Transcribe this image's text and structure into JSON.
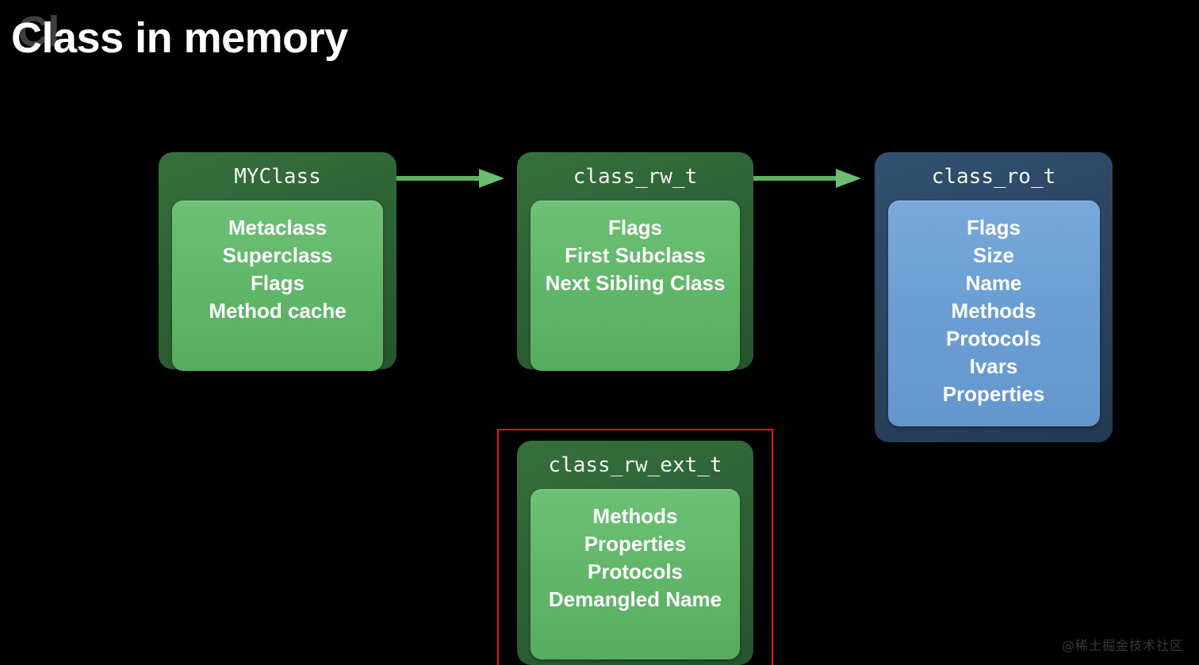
{
  "slide": {
    "title": "Class in memory",
    "ghost_title": "Cl",
    "background_color": "#000000"
  },
  "colors": {
    "green_outer": "#2d6034",
    "green_inner": "#62b86a",
    "blue_outer": "#2a4360",
    "blue_inner": "#6b9fd4",
    "arrow": "#5bb160",
    "annotation": "#ee1111",
    "title_text": "#ffffff",
    "field_text": "#ffffff"
  },
  "diagram": {
    "boxes": [
      {
        "id": "myclass",
        "title": "MYClass",
        "theme": "green",
        "fields": [
          "Metaclass",
          "Superclass",
          "Flags",
          "Method cache"
        ]
      },
      {
        "id": "class_rw_t",
        "title": "class_rw_t",
        "theme": "green",
        "fields": [
          "Flags",
          "First Subclass",
          "Next Sibling Class"
        ]
      },
      {
        "id": "class_ro_t",
        "title": "class_ro_t",
        "theme": "blue",
        "fields": [
          "Flags",
          "Size",
          "Name",
          "Methods",
          "Protocols",
          "Ivars",
          "Properties"
        ]
      },
      {
        "id": "class_rw_ext_t",
        "title": "class_rw_ext_t",
        "theme": "green",
        "fields": [
          "Methods",
          "Properties",
          "Protocols",
          "Demangled Name"
        ]
      }
    ],
    "arrows": [
      {
        "id": "arrow-myclass-to-rw",
        "from": "MYClass",
        "to": "class_rw_t"
      },
      {
        "id": "arrow-rw-to-ro",
        "from": "class_rw_t",
        "to": "class_ro_t"
      }
    ],
    "annotation": {
      "shape": "rectangle",
      "target": "class_rw_ext_t",
      "color": "#ee1111"
    }
  },
  "watermark": {
    "text": "@稀土掘金技术社区"
  }
}
